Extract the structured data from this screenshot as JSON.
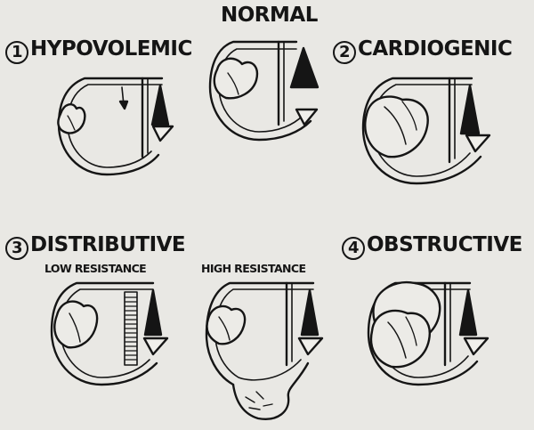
{
  "panels": {
    "normal": {
      "title": "NORMAL"
    },
    "hypovolemic": {
      "number": "1",
      "title": "HYPOVOLEMIC"
    },
    "cardiogenic": {
      "number": "2",
      "title": "CARDIOGENIC"
    },
    "distributive": {
      "number": "3",
      "title": "DISTRIBUTIVE",
      "sublabels": [
        "LOW RESISTANCE",
        "HIGH RESISTANCE"
      ]
    },
    "obstructive": {
      "number": "4",
      "title": "OBSTRUCTIVE"
    }
  }
}
